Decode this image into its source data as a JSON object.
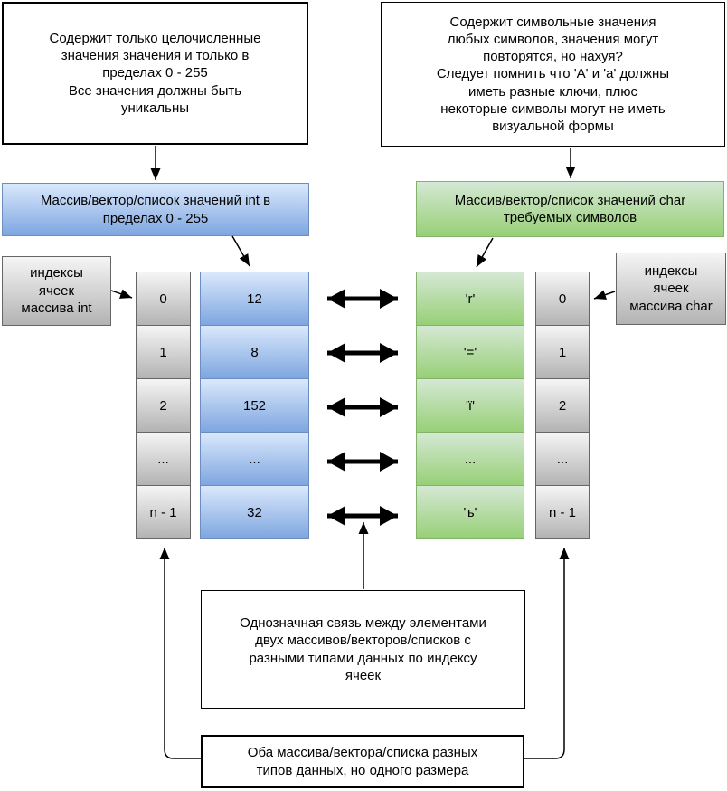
{
  "notes": {
    "int_note": "Содержит только целочисленные\nзначения значения и только в\nпределах 0 - 255\nВсе значения должны быть\nуникальны",
    "char_note": "Содержит символьные значения\nлюбых символов, значения могут\nповторятся, но нахуя?\nСледует помнить что 'A' и 'a' должны\nиметь разные ключи, плюс\nнекоторые символы могут не иметь\nвизуальной формы",
    "relation_note": "Однозначная связь между элементами\nдвух массивов/векторов/списков с\nразными типами данных по индексу\nячеек",
    "size_note": "Оба массива/вектора/списка разных\nтипов данных, но одного размера"
  },
  "headers": {
    "int_header": "Массив/вектор/список значений int в\nпределах 0 - 255",
    "char_header": "Массив/вектор/список значений char\nтребуемых символов"
  },
  "index_labels": {
    "int": "индексы\nячеек\nмассива int",
    "char": "индексы\nячеек\nмассива char"
  },
  "columns": {
    "int_indices": [
      "0",
      "1",
      "2",
      "...",
      "n - 1"
    ],
    "int_values": [
      "12",
      "8",
      "152",
      "...",
      "32"
    ],
    "char_values": [
      "'r'",
      "'='",
      "'ï'",
      "...",
      "'ъ'"
    ],
    "char_indices": [
      "0",
      "1",
      "2",
      "...",
      "n - 1"
    ]
  },
  "colors": {
    "blue_fill_light": "#dae8fc",
    "blue_fill_dark": "#7ea6e0",
    "blue_stroke": "#6c8ebf",
    "green_fill_light": "#d5e8d4",
    "green_fill_dark": "#97d077",
    "green_stroke": "#82b366",
    "gray_fill_light": "#f5f5f5",
    "gray_fill_dark": "#b3b3b3",
    "gray_stroke": "#666666",
    "line_color": "#000000"
  }
}
